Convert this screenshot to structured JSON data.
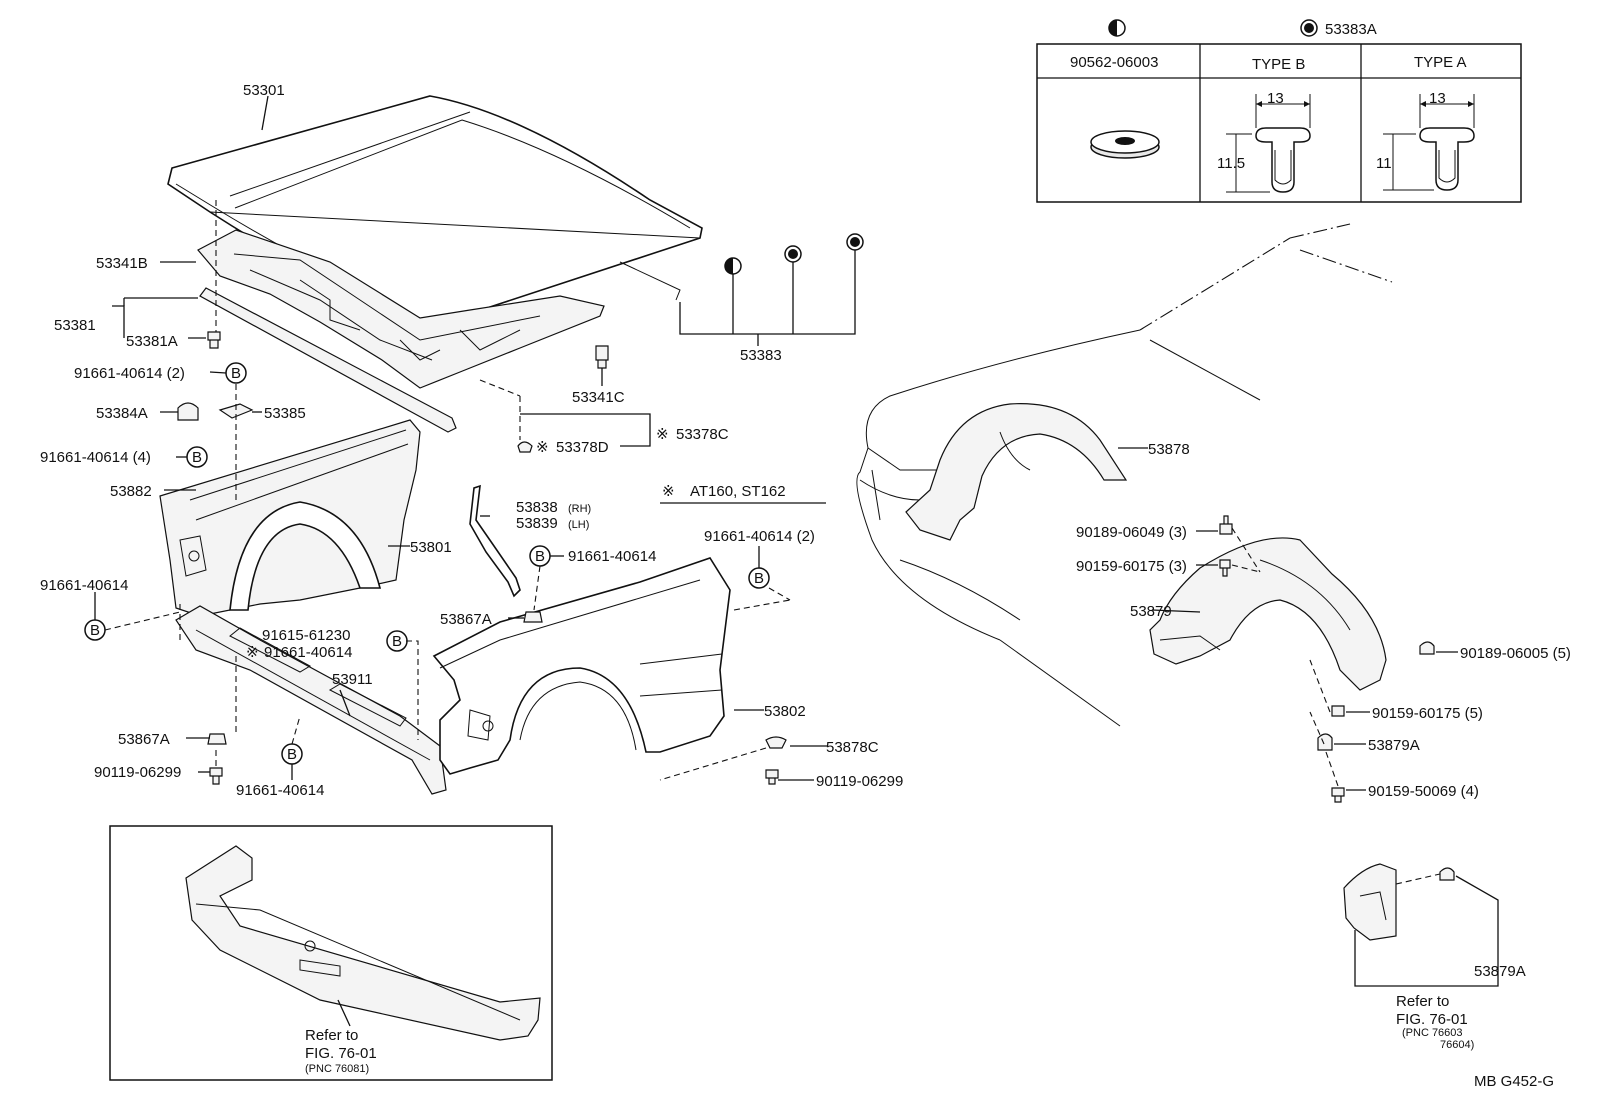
{
  "legend": {
    "half_symbol_note": "",
    "full_symbol_label": "53383A",
    "table": {
      "col1": "90562-06003",
      "col2": "TYPE B",
      "col3": "TYPE A",
      "typeB_width": "13",
      "typeB_height": "11.5",
      "typeA_width": "13",
      "typeA_height": "11"
    }
  },
  "callouts": {
    "p53301": "53301",
    "p53341B": "53341B",
    "p53381": "53381",
    "p53381A": "53381A",
    "p91661_40614_2a": "91661-40614 (2)",
    "p53384A": "53384A",
    "p53385": "53385",
    "p91661_40614_4": "91661-40614 (4)",
    "p53882": "53882",
    "p91661_40614_left": "91661-40614",
    "p53801": "53801",
    "p53838": "53838",
    "p53838_rh": "(RH)",
    "p53839": "53839",
    "p53839_lh": "(LH)",
    "p91661_40614_mid": "91661-40614",
    "p53867A_mid": "53867A",
    "p91615_61230": "91615-61230",
    "p91661_40614_star": "91661-40614",
    "p53911": "53911",
    "p53867A_low": "53867A",
    "p90119_06299_left": "90119-06299",
    "p91661_40614_bottom": "91661-40614",
    "p53383": "53383",
    "p53341C": "53341C",
    "p53378C": "53378C",
    "p53378D": "53378D",
    "model_note": "AT160, ST162",
    "p91661_40614_2b": "91661-40614 (2)",
    "p53802": "53802",
    "p53878C": "53878C",
    "p90119_06299_right": "90119-06299",
    "p53878": "53878",
    "p90189_06049": "90189-06049 (3)",
    "p90159_60175_3": "90159-60175 (3)",
    "p53879": "53879",
    "p90189_06005": "90189-06005 (5)",
    "p90159_60175_5": "90159-60175 (5)",
    "p53879A_upper": "53879A",
    "p90159_50069": "90159-50069 (4)",
    "p53879A_lower": "53879A",
    "ref_left_1": "Refer to",
    "ref_left_2": "FIG. 76-01",
    "ref_left_3": "(PNC 76081)",
    "ref_right_1": "Refer to",
    "ref_right_2": "FIG. 76-01",
    "ref_right_3": "(PNC 76603",
    "ref_right_4": "76604)",
    "b_symbol": "B",
    "star_symbol": "※",
    "drawing_code": "MB G452-G"
  }
}
